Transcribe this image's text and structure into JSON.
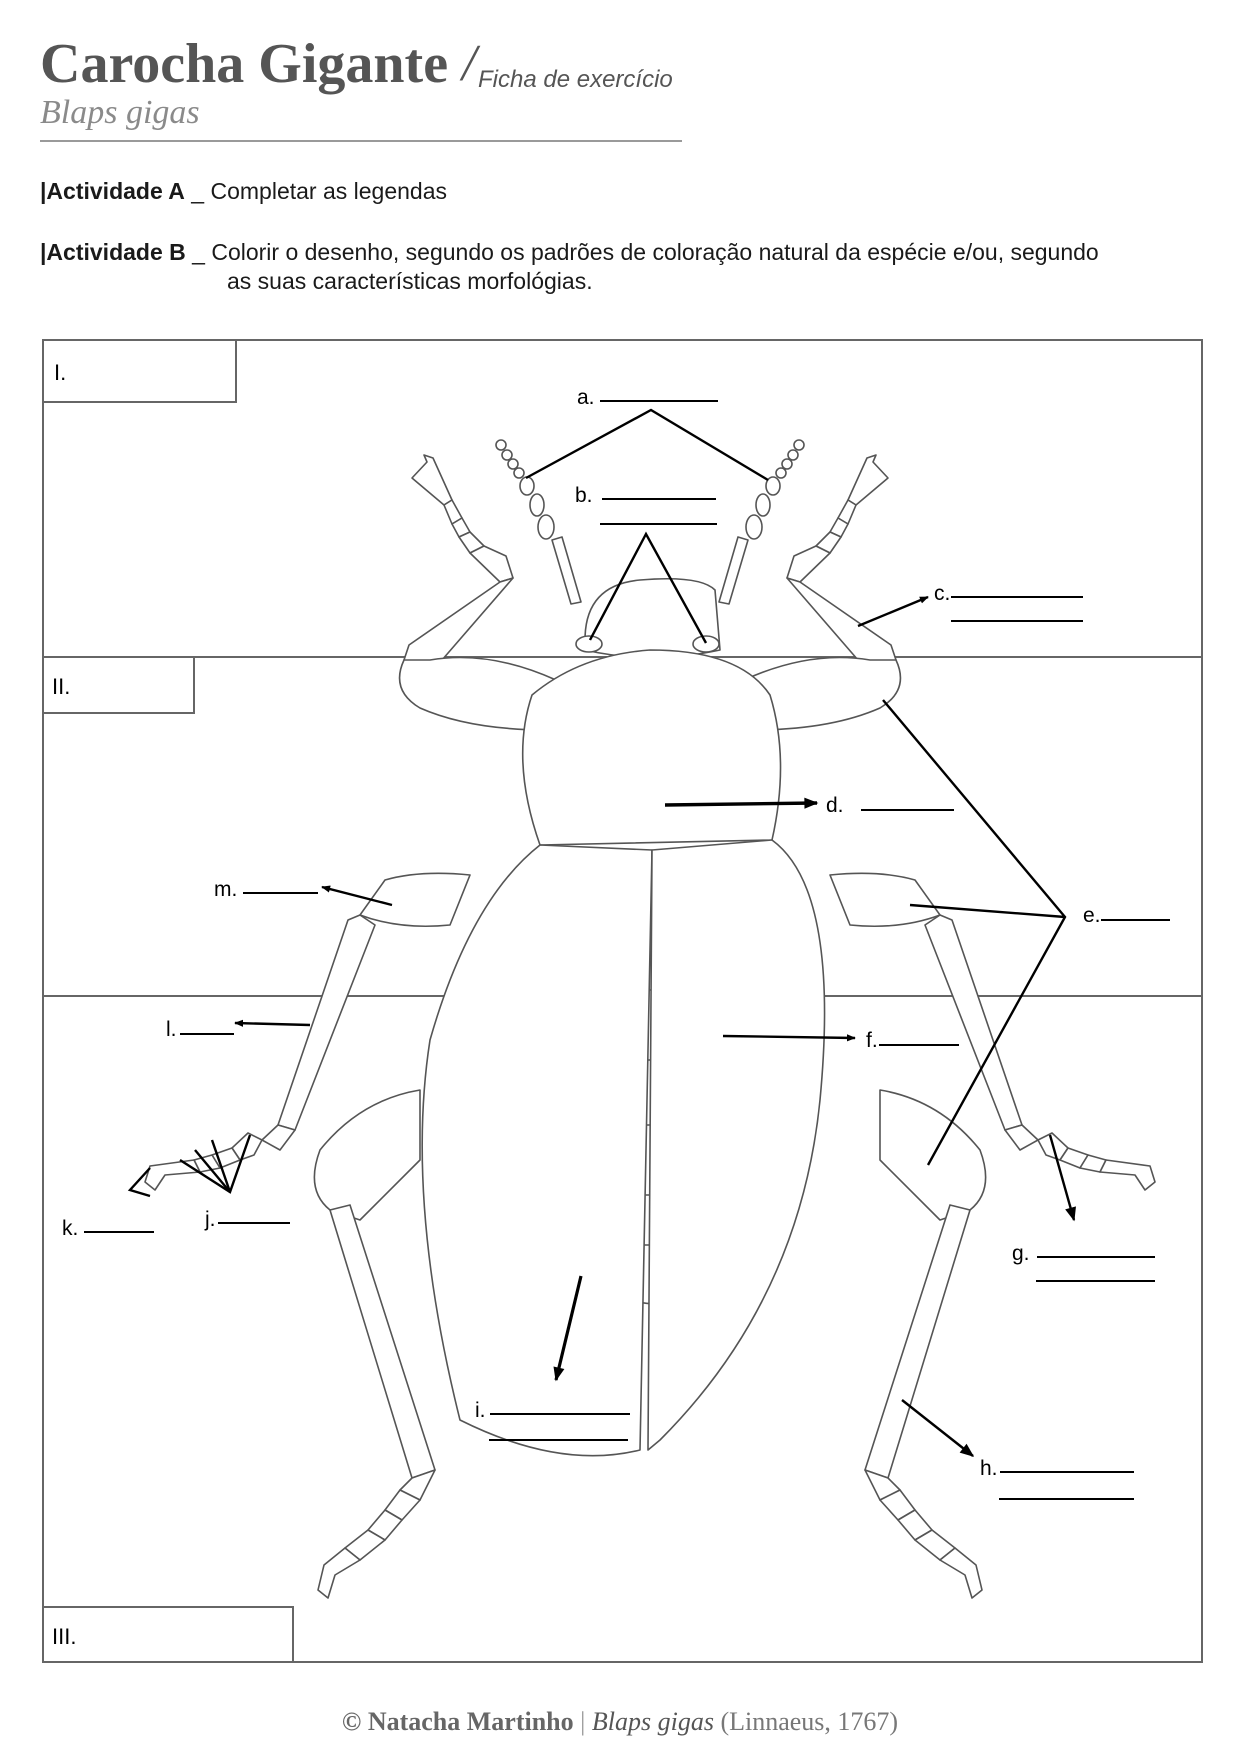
{
  "header": {
    "title": "Carocha Gigante",
    "slash": "/",
    "subtitle": "Ficha de exercício",
    "species": "Blaps gigas"
  },
  "activities": {
    "a_label": "|Actividade A",
    "a_sep": " _ ",
    "a_text": "Completar as legendas",
    "b_label": "|Actividade B",
    "b_sep": " _ ",
    "b_text_line1": "Colorir o desenho, segundo os padrões de coloração natural da espécie e/ou, segundo",
    "b_text_line2": "as suas características morfológias."
  },
  "sections": [
    "I.",
    "II.",
    "III."
  ],
  "labels": {
    "a": "a.",
    "b": "b.",
    "c": "c.",
    "d": "d.",
    "e": "e.",
    "f": "f.",
    "g": "g.",
    "h": "h.",
    "i": "i.",
    "j": "j.",
    "k": "k.",
    "l": "l.",
    "m": "m."
  },
  "footer": {
    "copyright": "© Natacha Martinho",
    "separator": "|",
    "species": "Blaps gigas",
    "authority": "(Linnaeus, 1767)"
  }
}
